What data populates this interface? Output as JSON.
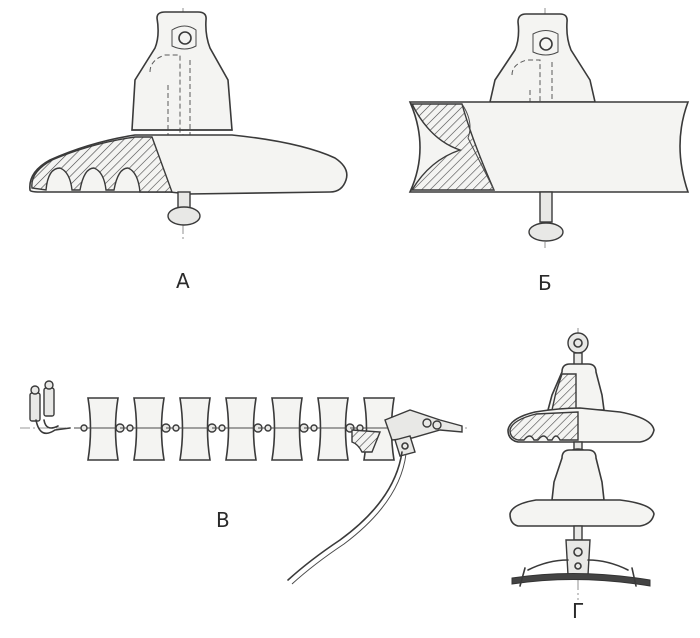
{
  "figure": {
    "labels": {
      "a": "А",
      "b": "Б",
      "v": "В",
      "g": "Г"
    },
    "string_units": 7
  }
}
